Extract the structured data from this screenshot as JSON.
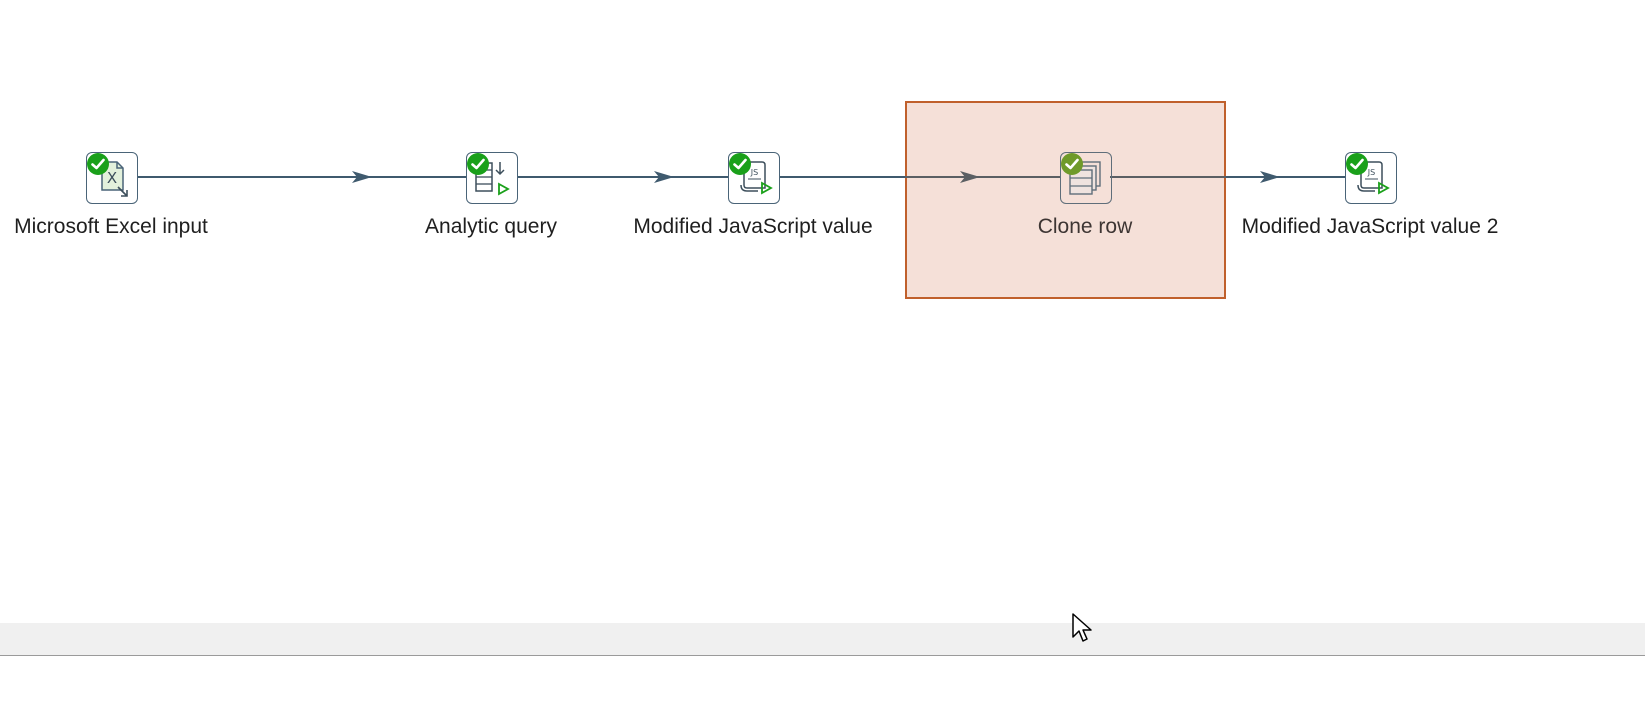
{
  "transformation": {
    "steps": [
      {
        "id": "excel-input",
        "label": "Microsoft Excel input",
        "icon": "excel-input-icon",
        "status": "ok"
      },
      {
        "id": "analytic-query",
        "label": "Analytic query",
        "icon": "analytic-query-icon",
        "status": "ok"
      },
      {
        "id": "js-value",
        "label": "Modified JavaScript value",
        "icon": "javascript-script-icon",
        "status": "ok"
      },
      {
        "id": "clone-row",
        "label": "Clone row",
        "icon": "clone-row-icon",
        "status": "ok",
        "selected": true
      },
      {
        "id": "js-value-2",
        "label": "Modified JavaScript value 2",
        "icon": "javascript-script-icon",
        "status": "ok"
      }
    ],
    "hops": [
      {
        "from": "excel-input",
        "to": "analytic-query"
      },
      {
        "from": "analytic-query",
        "to": "js-value"
      },
      {
        "from": "js-value",
        "to": "clone-row"
      },
      {
        "from": "clone-row",
        "to": "js-value-2"
      }
    ]
  },
  "colors": {
    "hop": "#3f5a6e",
    "selection_fill": "#f0ddd6",
    "selection_border": "#c0602c",
    "check_ok": "#1aa01a",
    "check_selected": "#6f9a2a"
  },
  "text": {
    "excel_icon_glyph": "X",
    "js_icon_glyph": "JS"
  }
}
